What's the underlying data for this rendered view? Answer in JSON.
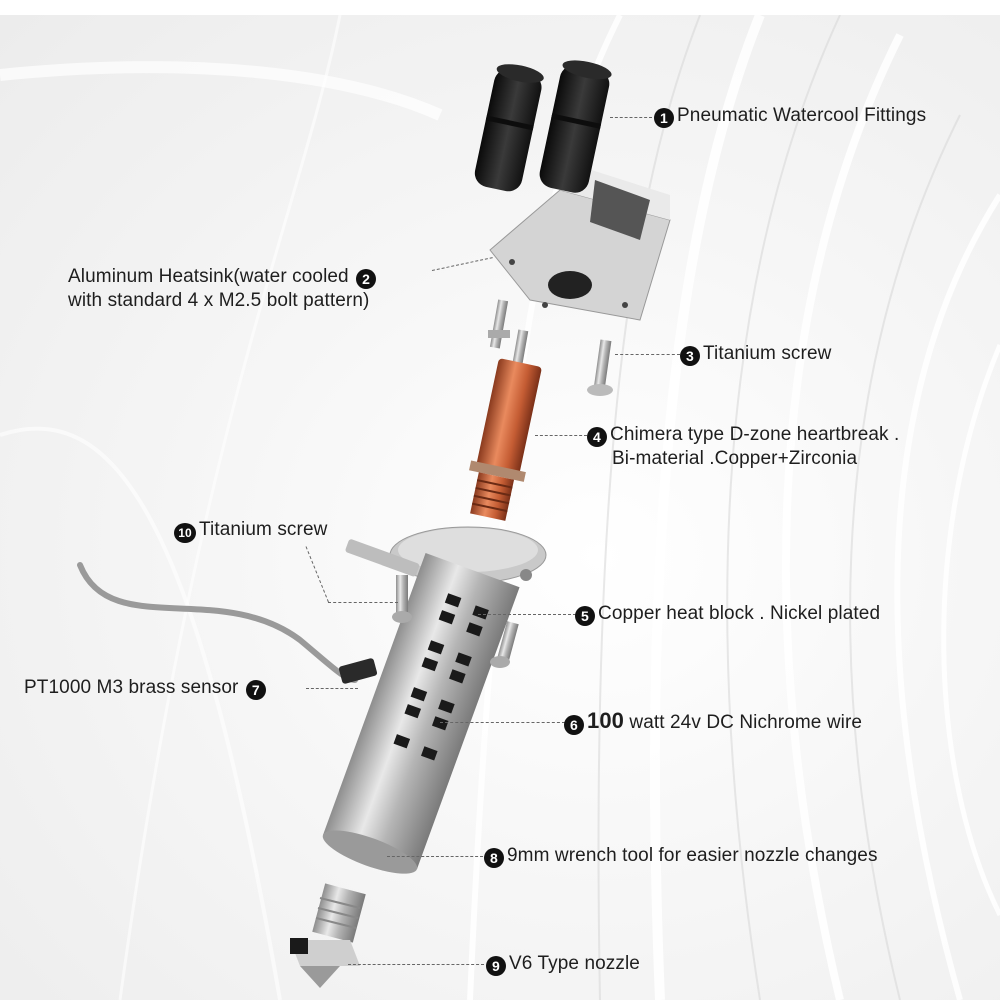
{
  "diagram": {
    "subject": "Water-cooled hotend exploded view",
    "colors": {
      "background": "#f1f1f1",
      "text": "#1e1e1e",
      "badge": "#111111",
      "copper": "#c8623a",
      "steel": "#b8b8b8",
      "fitting": "#1c1c1c"
    },
    "callouts": [
      {
        "number": "1",
        "text": "Pneumatic Watercool Fittings"
      },
      {
        "number": "2",
        "text_line1": "Aluminum Heatsink(water cooled",
        "text_line2": "with standard 4 x M2.5 bolt pattern)"
      },
      {
        "number": "3",
        "text": "Titanium screw"
      },
      {
        "number": "4",
        "text_line1": "Chimera type D-zone heartbreak .",
        "text_line2": "Bi-material .Copper+Zirconia"
      },
      {
        "number": "5",
        "text": "Copper heat block . Nickel plated"
      },
      {
        "number": "6",
        "bold": "100",
        "text": " watt 24v DC Nichrome wire"
      },
      {
        "number": "7",
        "text": "PT1000 M3 brass sensor"
      },
      {
        "number": "8",
        "text": "9mm wrench tool for easier nozzle changes"
      },
      {
        "number": "9",
        "text": "V6 Type nozzle"
      },
      {
        "number": "10",
        "text": "Titanium screw"
      }
    ]
  }
}
